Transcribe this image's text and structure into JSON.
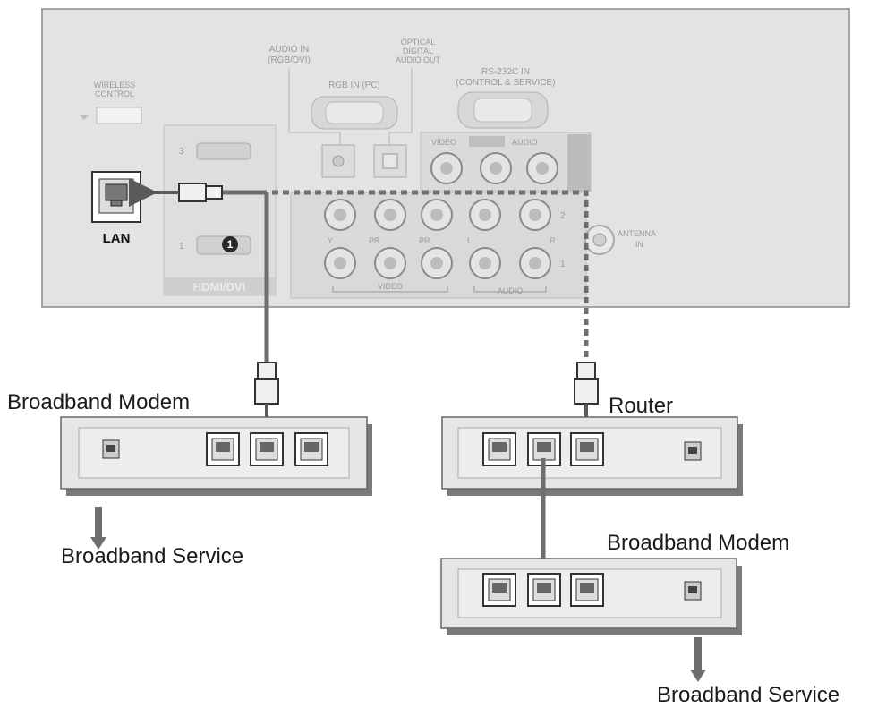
{
  "tv_panel": {
    "wireless_control": "WIRELESS\nCONTROL",
    "audio_in": "AUDIO IN\n(RGB/DVI)",
    "rgb_in": "RGB IN (PC)",
    "optical": "OPTICAL\nDIGITAL\nAUDIO OUT",
    "rs232c": "RS-232C IN\n(CONTROL & SERVICE)",
    "video_label": "VIDEO",
    "audio_label": "AUDIO",
    "antenna": "ANTENNA\nIN",
    "lan": "LAN",
    "hdmi": "HDMI/DVI",
    "hdmi_port3": "3",
    "hdmi_port1": "1",
    "badge": "1",
    "component_row_top": [
      "Y",
      "PB",
      "PR",
      "L",
      "R"
    ],
    "component_idx_top": "2",
    "component_idx_bottom": "1",
    "video_bracket": "VIDEO",
    "audio_bracket": "AUDIO"
  },
  "left_setup": {
    "device_label": "Broadband Modem",
    "service_label": "Broadband Service"
  },
  "right_setup": {
    "router_label": "Router",
    "modem_label": "Broadband Modem",
    "service_label": "Broadband Service"
  },
  "colors": {
    "panel_bg": "#e3e3e3",
    "panel_border": "#8a8a8a",
    "cable": "#6e6e6e",
    "device_bg": "#e6e6e6",
    "device_shadow": "#7a7a7a"
  }
}
